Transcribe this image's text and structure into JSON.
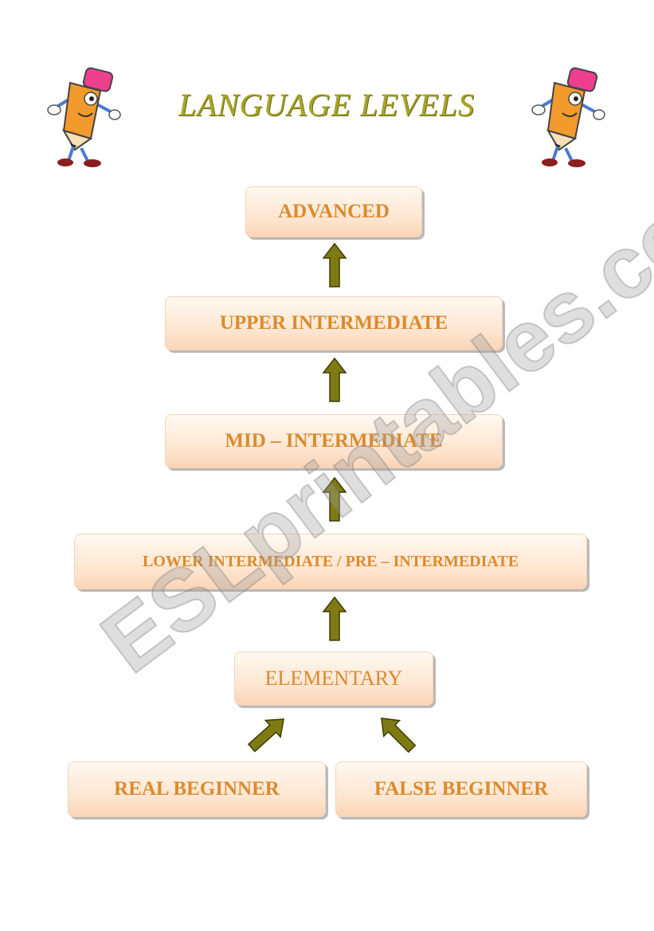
{
  "title": "LANGUAGE LEVELS",
  "levels": {
    "advanced": "ADVANCED",
    "upper_intermediate": "UPPER INTERMEDIATE",
    "mid_intermediate": "MID – INTERMEDIATE",
    "lower_intermediate": "LOWER INTERMEDIATE / PRE – INTERMEDIATE",
    "elementary": "ELEMENTARY",
    "real_beginner": "REAL BEGINNER",
    "false_beginner": "FALSE BEGINNER"
  },
  "colors": {
    "title": "#a6a52a",
    "box_text": "#dc8a2c",
    "arrow_fill": "#7f7b13",
    "box_fill": "#fde3cd"
  },
  "icons": [
    "pencil-mascot-icon",
    "arrow-up-icon"
  ]
}
